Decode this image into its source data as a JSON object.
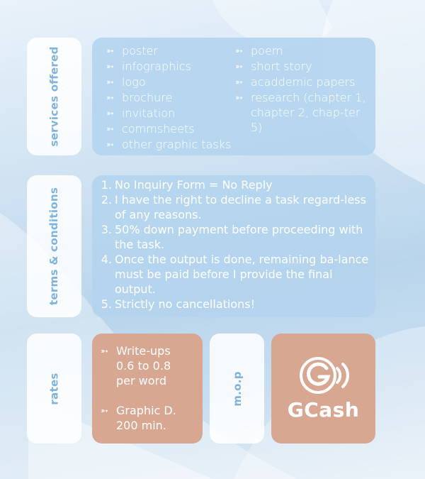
{
  "services": {
    "label": "services offered",
    "left_items": [
      "poster",
      "infographics",
      "logo",
      "brochure",
      "invitation",
      "commsheets",
      "other graphic tasks"
    ],
    "right_items": [
      "poem",
      "short story",
      "acaddemic papers",
      "research (chapter 1, chapter 2, chap-ter 5)"
    ],
    "bullet_icon": "arrow-right-icon"
  },
  "terms": {
    "label": "terms & conditions",
    "items": [
      {
        "num": "1.",
        "text": "No Inquiry Form = No Reply"
      },
      {
        "num": "2.",
        "text": "I have the right to decline a task regard-less of any reasons."
      },
      {
        "num": "3.",
        "text": "50% down payment before proceeding with the task."
      },
      {
        "num": "4.",
        "text": "Once the output is done, remaining ba-lance must be paid before I provide the final output."
      },
      {
        "num": "5.",
        "text": "Strictly no cancellations!"
      }
    ]
  },
  "rates": {
    "label": "rates",
    "writeups_line1": "Write-ups",
    "writeups_line2": "0.6 to 0.8",
    "writeups_line3": "per word",
    "graphic_line1": "Graphic D.",
    "graphic_line2": "200 min."
  },
  "mop": {
    "label": "m.o.p",
    "brand": "GCash"
  },
  "colors": {
    "label_blue": "#7fb2dc",
    "card_blue": "#b4d4ee",
    "card_peach": "#d8a792",
    "text": "#ffffff"
  }
}
